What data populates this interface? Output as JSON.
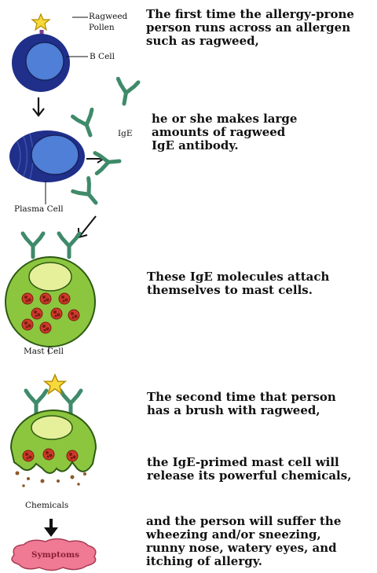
{
  "labels": {
    "ragweed_pollen": "Ragweed\nPollen",
    "b_cell": "B Cell",
    "ige": "IgE",
    "plasma_cell": "Plasma Cell",
    "mast_cell": "Mast Cell",
    "chemicals": "Chemicals",
    "symptoms": "Symptoms"
  },
  "steps": [
    "The first time the allergy-prone\nperson runs across an allergen\nsuch as ragweed,",
    "he or she makes large\namounts of ragweed\nIgE antibody.",
    "These IgE molecules attach\nthemselves to mast cells.",
    "The second time that person\nhas a brush with ragweed,",
    "the IgE-primed mast cell will\nrelease its powerful chemicals,",
    "and the person will suffer the\nwheezing and/or sneezing,\nrunny nose, watery eyes, and\nitching of allergy."
  ],
  "colors": {
    "pollen": "#f6d93a",
    "stem": "#7b3f8f",
    "cell_outer": "#1f2f8a",
    "cell_inner": "#4f7fd6",
    "antibody": "#3f8a6a",
    "mast": "#8cc63f",
    "mast_nucleus": "#e6ef9a",
    "granule": "#cc3a2a",
    "symptoms": "#f07a93"
  }
}
